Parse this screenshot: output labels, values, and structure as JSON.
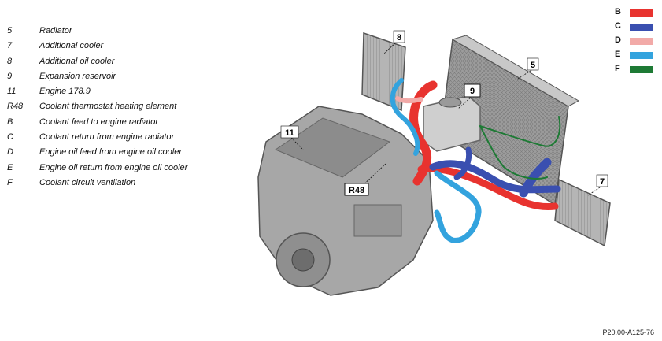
{
  "legend": [
    {
      "code": "5",
      "desc": "Radiator"
    },
    {
      "code": "7",
      "desc": "Additional cooler"
    },
    {
      "code": "8",
      "desc": "Additional oil cooler"
    },
    {
      "code": "9",
      "desc": "Expansion reservoir"
    },
    {
      "code": "11",
      "desc": "Engine 178.9"
    },
    {
      "code": "R48",
      "desc": "Coolant thermostat heating element"
    },
    {
      "code": "B",
      "desc": "Coolant feed to engine radiator"
    },
    {
      "code": "C",
      "desc": "Coolant return from engine radiator"
    },
    {
      "code": "D",
      "desc": "Engine oil feed from engine oil cooler"
    },
    {
      "code": "E",
      "desc": "Engine oil return from engine oil cooler"
    },
    {
      "code": "F",
      "desc": "Coolant circuit ventilation"
    }
  ],
  "color_key": [
    {
      "letter": "B",
      "color": "#e8332f"
    },
    {
      "letter": "C",
      "color": "#3a4fb0"
    },
    {
      "letter": "D",
      "color": "#f2aaa8"
    },
    {
      "letter": "E",
      "color": "#33a3de"
    },
    {
      "letter": "F",
      "color": "#1e7a35"
    }
  ],
  "callouts": {
    "c5": "5",
    "c7": "7",
    "c8": "8",
    "c9": "9",
    "c11": "11",
    "r48": "R48"
  },
  "figure_ref": "P20.00-A125-76"
}
